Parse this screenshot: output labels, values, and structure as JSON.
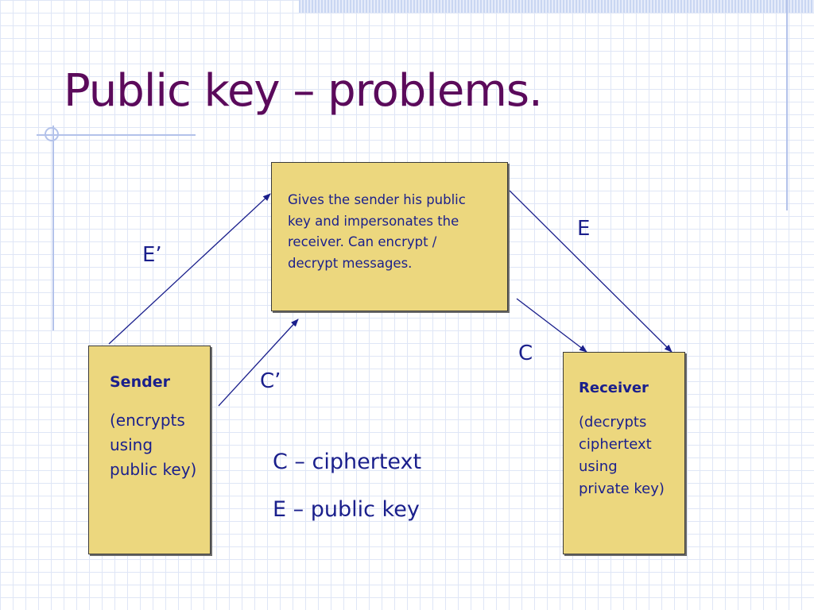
{
  "slide": {
    "title": "Public key – problems."
  },
  "boxes": {
    "attacker": {
      "text": "Gives the sender his public key and impersonates the receiver. Can encrypt / decrypt messages."
    },
    "sender": {
      "title": "Sender",
      "description": "(encrypts using public key)"
    },
    "receiver": {
      "title": "Receiver",
      "description": "(decrypts ciphertext using private key)"
    }
  },
  "edge_labels": {
    "e_prime": "E’",
    "e": "E",
    "c": "C",
    "c_prime": "C’"
  },
  "legend": {
    "ciphertext": "C – ciphertext",
    "public_key": "E – public key"
  },
  "colors": {
    "title": "#5b0a5b",
    "text": "#1a1f8c",
    "box_fill": "#ecd77e",
    "arrow": "#1a1f8c"
  }
}
